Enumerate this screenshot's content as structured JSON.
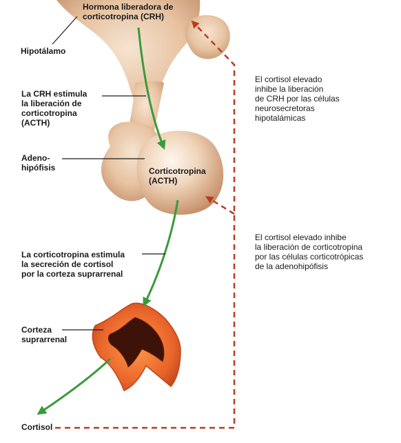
{
  "labels": {
    "crh_hormone": "Hormona liberadora de\ncorticotropina (CRH)",
    "hypothalamus": "Hipotálamo",
    "crh_stimulates": "La CRH estimula\nla liberación de\ncorticotropina\n(ACTH)",
    "adenohypophysis": "Adeno-\nhipófisis",
    "corticotropin": "Corticotropina\n(ACTH)",
    "acth_stimulates": "La corticotropina estimula\nla secreción de cortisol\npor la corteza suprarrenal",
    "adrenal_cortex": "Corteza\nsuprarrenal",
    "cortisol": "Cortisol",
    "feedback_hypothalamus": "El cortisol elevado\ninhibe la liberación\nde CRH por las células\nneurosecretoras\nhipotalámicas",
    "feedback_pituitary": "El cortisol elevado inhibe\nla liberación de corticotropina\npor las células corticotrópicas\nde la adenohipófisis"
  },
  "colors": {
    "stimulation_arrow": "#3a9a3a",
    "feedback_line": "#b83a22",
    "tissue_tan": "#e7c3a1",
    "tissue_shadow": "#c99874",
    "adrenal_orange": "#e8642a",
    "adrenal_dark": "#3d1208"
  }
}
